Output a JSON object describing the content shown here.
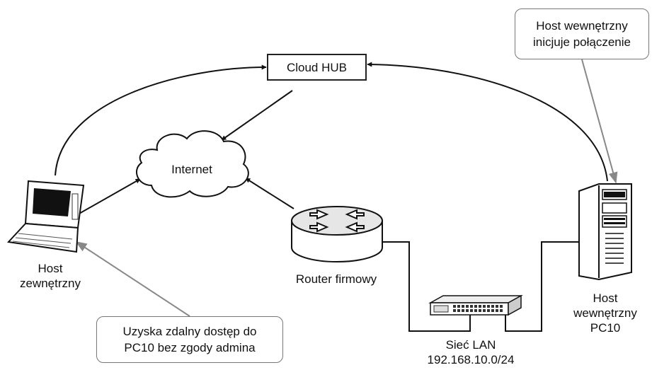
{
  "nodes": {
    "cloud_hub": "Cloud HUB",
    "internet": "Internet",
    "router": "Router firmowy",
    "switch": {
      "line1": "Sieć LAN",
      "line2": "192.168.10.0/24"
    },
    "external_host": {
      "line1": "Host",
      "line2": "zewnętrzny"
    },
    "internal_host": {
      "line1": "Host",
      "line2": "wewnętrzny",
      "line3": "PC10"
    }
  },
  "callouts": {
    "internal": {
      "line1": "Host wewnętrzny",
      "line2": "inicjuje połączenie"
    },
    "external": {
      "line1": "Uzyska zdalny dostęp do",
      "line2": "PC10 bez zgody admina"
    }
  },
  "colors": {
    "line": "#111111",
    "callout_border": "#777777",
    "callout_arrow": "#888888"
  }
}
